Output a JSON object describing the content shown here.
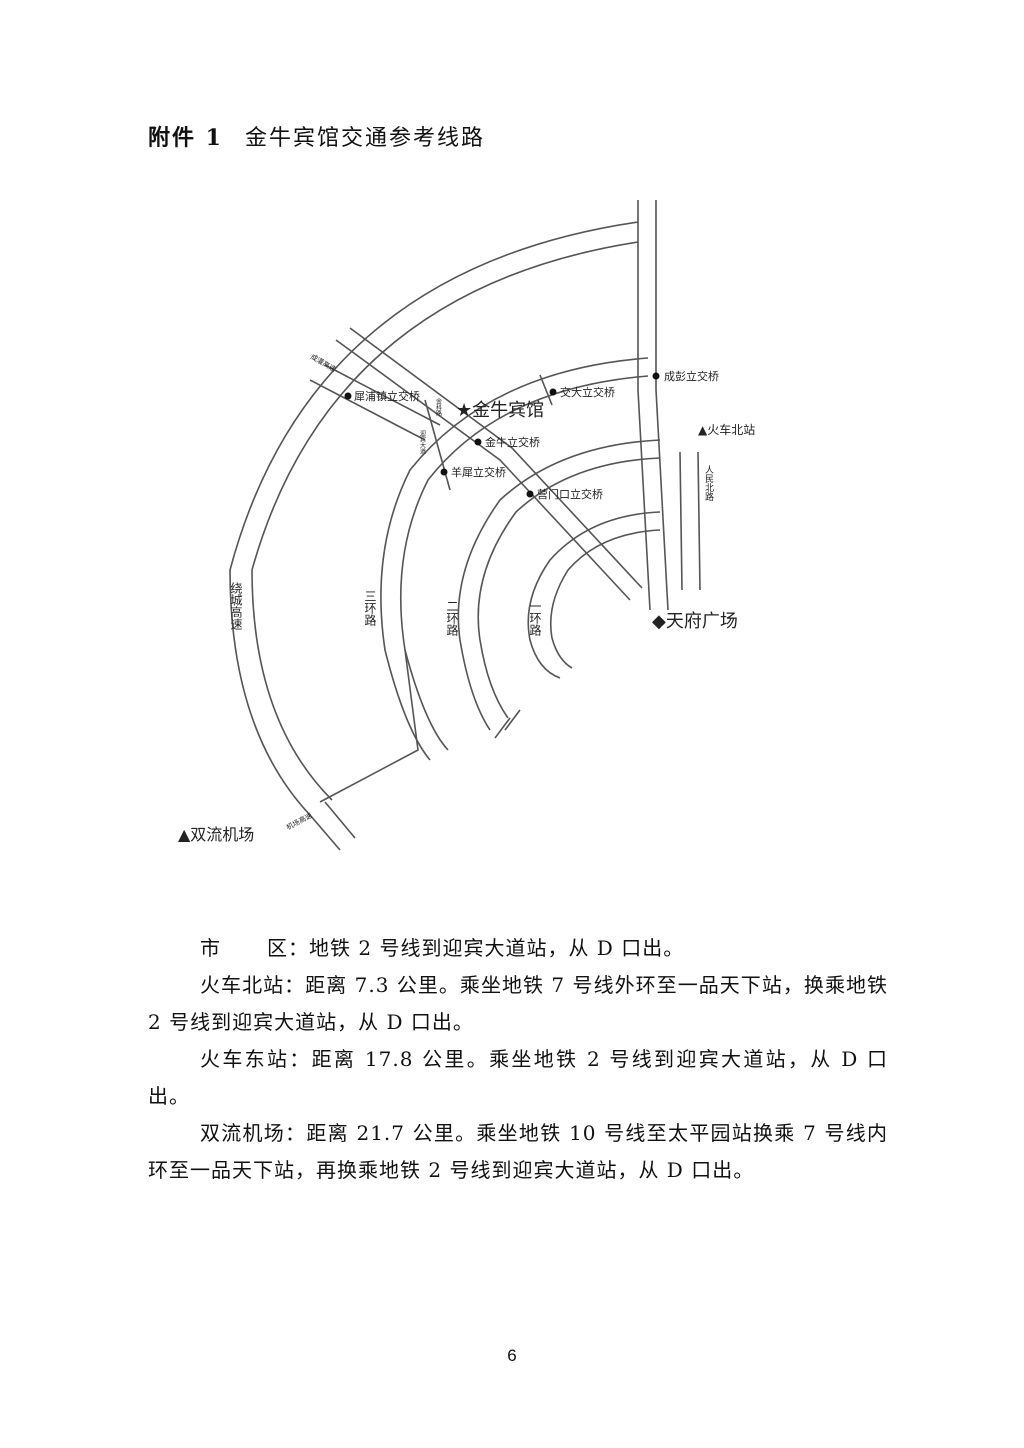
{
  "heading": {
    "label": "附件 1",
    "title": "金牛宾馆交通参考线路"
  },
  "map": {
    "hotel": "★金牛宾馆",
    "tianfu": "◆天府广场",
    "north_station": "▲火车北站",
    "airport": "▲双流机场",
    "bridges": {
      "xipu": "犀浦镇立交桥",
      "jiaoda": "交大立交桥",
      "chengpeng": "成彭立交桥",
      "jinniu": "金牛立交桥",
      "yangxi": "羊犀立交桥",
      "yingmenkou": "营门口立交桥"
    },
    "roads": {
      "ring3": "三环路",
      "ring2": "二环路",
      "ring1": "一环路",
      "ring_expressway": "绕城高速",
      "renmin_north": "人民北路",
      "airport_expressway": "机场高速",
      "pixian_road": "成灌高速",
      "jinke_road": "金科路",
      "yingbin_road": "迎宾大道"
    }
  },
  "routes": [
    {
      "label": "市",
      "label2": "区：",
      "text": "地铁 2 号线到迎宾大道站，从 D 口出。"
    },
    {
      "label": "火车北站：",
      "text": "距离 7.3 公里。乘坐地铁 7 号线外环至一品天下站，换乘地铁 2 号线到迎宾大道站，从 D 口出。"
    },
    {
      "label": "火车东站：",
      "text": "距离 17.8 公里。乘坐地铁 2 号线到迎宾大道站，从 D 口出。"
    },
    {
      "label": "双流机场：",
      "text": "距离 21.7 公里。乘坐地铁 10 号线至太平园站换乘 7 号线内环至一品天下站，再换乘地铁 2 号线到迎宾大道站，从 D 口出。"
    }
  ],
  "page_number": "6"
}
